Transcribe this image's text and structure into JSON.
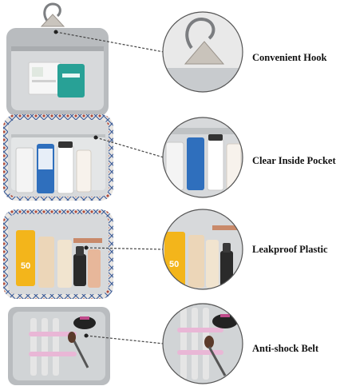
{
  "features": [
    {
      "id": "hook",
      "label": "Convenient Hook"
    },
    {
      "id": "pocket",
      "label": "Clear Inside Pocket"
    },
    {
      "id": "plastic",
      "label": "Leakproof Plastic"
    },
    {
      "id": "belt",
      "label": "Anti-shock Belt"
    }
  ],
  "colors": {
    "bag_gray": "#b9bcbf",
    "lining": "#d7d9db",
    "trim_brown": "#8a5a3a",
    "pattern_blue": "#3f5f9a",
    "label_text": "#111111",
    "leader": "#444444"
  }
}
